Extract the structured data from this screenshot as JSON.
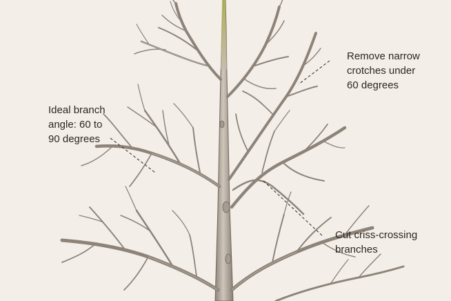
{
  "annotations": {
    "ideal_angle": [
      "Ideal branch",
      "angle: 60 to",
      "90 degrees"
    ],
    "narrow_crotches": [
      "Remove narrow",
      "crotches under",
      "60 degrees"
    ],
    "criss_crossing": [
      "Cut criss-crossing",
      "branches"
    ]
  },
  "colors": {
    "background": "#f3efe8",
    "bark": "#b9aea2",
    "bark_dark": "#6f655c",
    "leader_tip": "#a8ad4a",
    "text": "#2a2622"
  }
}
